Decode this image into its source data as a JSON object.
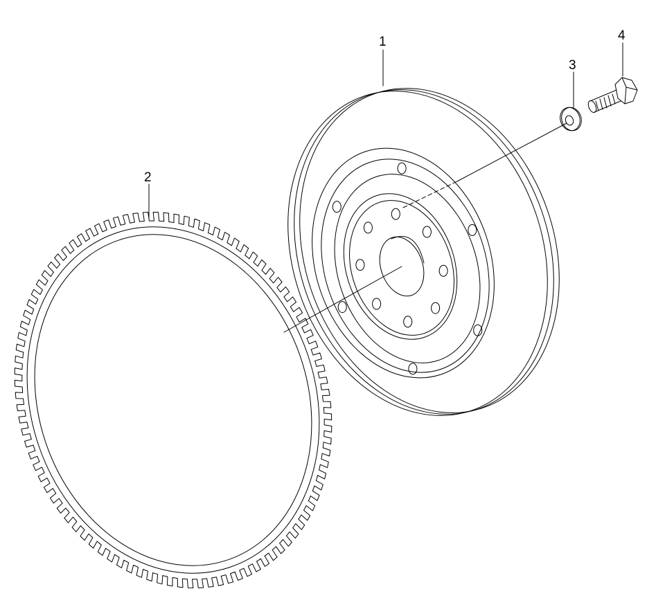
{
  "diagram": {
    "callouts": [
      {
        "id": "1",
        "label": "1"
      },
      {
        "id": "2",
        "label": "2"
      },
      {
        "id": "3",
        "label": "3"
      },
      {
        "id": "4",
        "label": "4"
      }
    ],
    "parts": [
      {
        "callout": "1",
        "name": "flywheel-icon"
      },
      {
        "callout": "2",
        "name": "ring-gear-icon"
      },
      {
        "callout": "3",
        "name": "washer-icon"
      },
      {
        "callout": "4",
        "name": "bolt-icon"
      }
    ],
    "ring_gear_tooth_count": 96,
    "flywheel_bolt_hole_count": 14,
    "colors": {
      "line": "#000000",
      "background": "#ffffff"
    }
  }
}
